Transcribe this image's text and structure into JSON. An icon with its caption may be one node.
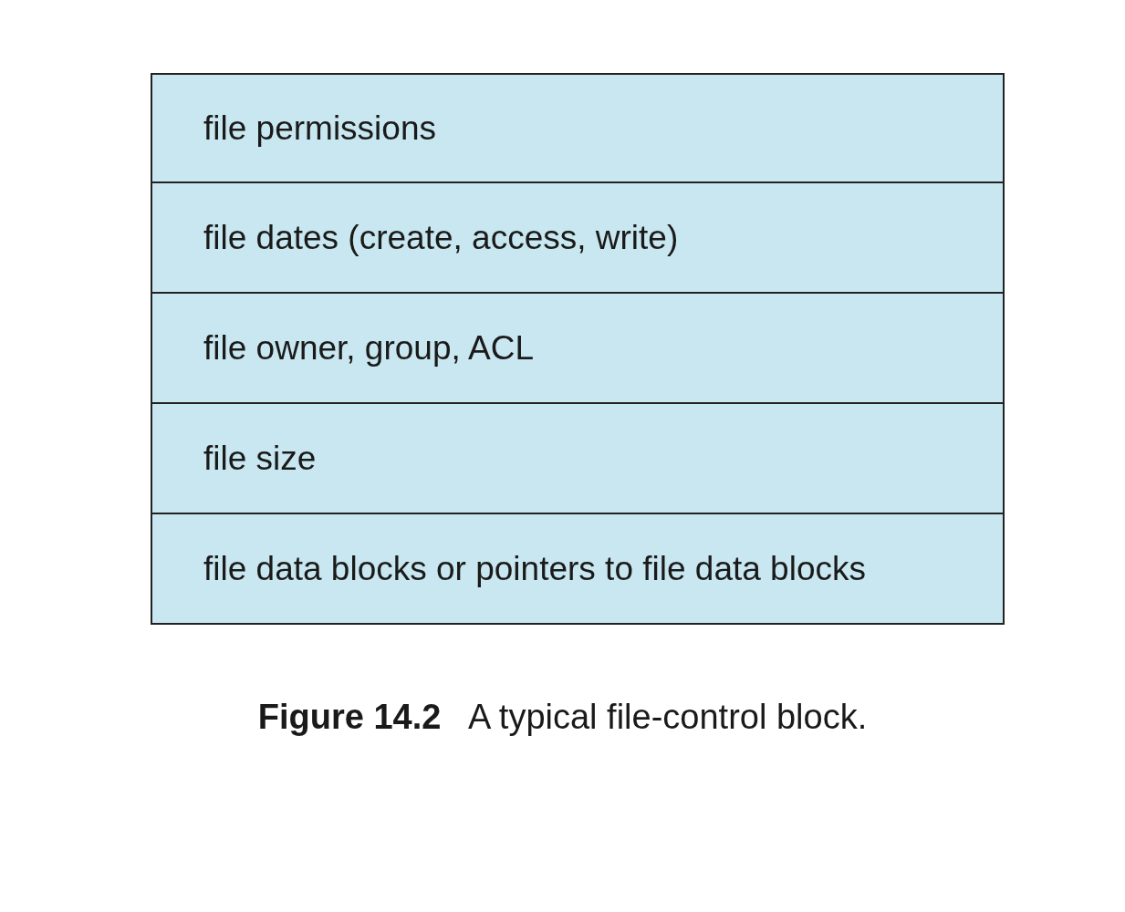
{
  "diagram": {
    "caption": "**Figure 14.2**   A typical file-control block.",
    "nodes": [
      {
        "text": [
          "file permissions"
        ]
      },
      {
        "text": [
          "file dates (create, access, write)"
        ]
      },
      {
        "text": [
          "file owner, group, ACL"
        ]
      },
      {
        "text": [
          "file size"
        ]
      },
      {
        "text": [
          "file data blocks or pointers to file data blocks"
        ]
      }
    ]
  }
}
